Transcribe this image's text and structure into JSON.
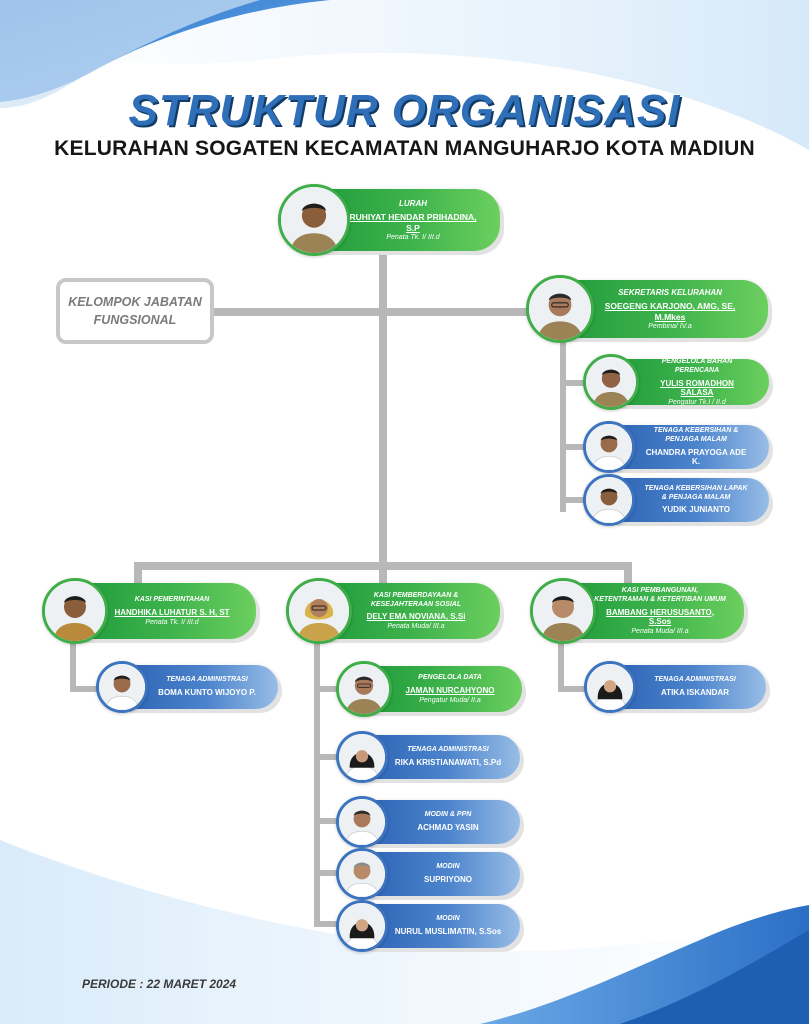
{
  "title": "STRUKTUR ORGANISASI",
  "subtitle": "KELURAHAN SOGATEN KECAMATAN MANGUHARJO KOTA MADIUN",
  "fungsional_label": "KELOMPOK JABATAN FUNGSIONAL",
  "periode": "PERIODE : 22 MARET 2024",
  "colors": {
    "green": "#3fb44c",
    "blue": "#3f77c4",
    "title": "#2f6fb8",
    "connector": "#b8b8b8"
  },
  "lurah": {
    "position": "LURAH",
    "name": "RUHIYAT HENDAR PRIHADINA, S.P",
    "rank": "Penata Tk. I/ III.d"
  },
  "sekretaris": {
    "position": "SEKRETARIS KELURAHAN",
    "name": "SOEGENG KARJONO, AMG, SE, M.Mkes",
    "rank": "Pembina/ IV.a"
  },
  "sekretaris_staff": [
    {
      "position": "PENGELOLA BAHAN PERENCANA",
      "name": "YULIS ROMADHON SALASA",
      "rank": "Pengatur Tk.I / II.d"
    },
    {
      "position": "TENAGA KEBERSIHAN & PENJAGA MALAM",
      "name": "CHANDRA PRAYOGA ADE K.",
      "rank": ""
    },
    {
      "position": "TENAGA KEBERSIHAN LAPAK & PENJAGA MALAM",
      "name": "YUDIK JUNIANTO",
      "rank": ""
    }
  ],
  "kasi_pemerintahan": {
    "position": "KASI PEMERINTAHAN",
    "name": "HANDHIKA LUHATUR S. H, ST",
    "rank": "Penata Tk. I/ III.d"
  },
  "kasi_pemerintahan_staff": [
    {
      "position": "TENAGA ADMINISTRASI",
      "name": "BOMA KUNTO WIJOYO P.",
      "rank": ""
    }
  ],
  "kasi_pemberdayaan": {
    "position": "KASI PEMBERDAYAAN & KESEJAHTERAAN SOSIAL",
    "name": "DELY EMA NOVIANA, S.Si",
    "rank": "Penata Muda/ III.a"
  },
  "kasi_pemberdayaan_staff": [
    {
      "position": "PENGELOLA DATA",
      "name": "JAMAN NURCAHYONO",
      "rank": "Pengatur Muda/ II.a"
    },
    {
      "position": "TENAGA ADMINISTRASI",
      "name": "RIKA KRISTIANAWATI, S.Pd",
      "rank": ""
    },
    {
      "position": "MODIN & PPN",
      "name": "ACHMAD YASIN",
      "rank": ""
    },
    {
      "position": "MODIN",
      "name": "SUPRIYONO",
      "rank": ""
    },
    {
      "position": "MODIN",
      "name": "NURUL MUSLIMATIN, S.Sos",
      "rank": ""
    }
  ],
  "kasi_pembangunan": {
    "position": "KASI PEMBANGUNAN, KETENTRAMAN & KETERTIBAN UMUM",
    "name": "BAMBANG HERUSUSANTO, S.Sos",
    "rank": "Penata Muda/ III.a"
  },
  "kasi_pembangunan_staff": [
    {
      "position": "TENAGA ADMINISTRASI",
      "name": "ATIKA ISKANDAR",
      "rank": ""
    }
  ]
}
